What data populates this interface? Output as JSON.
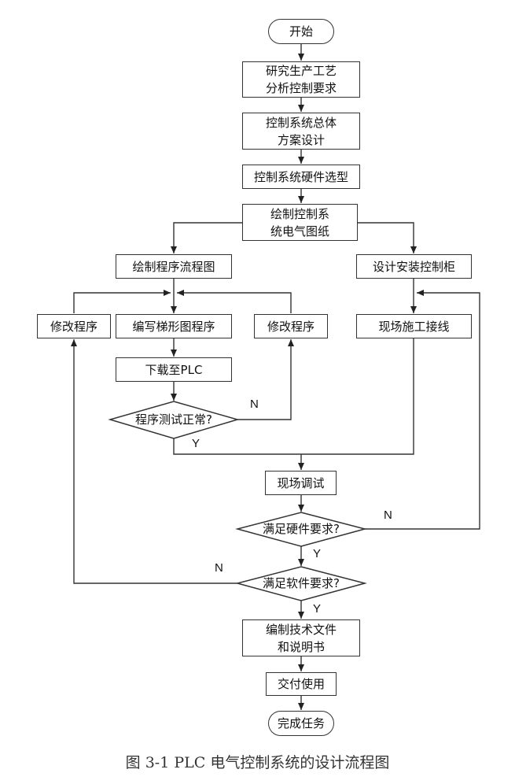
{
  "nodes": {
    "start": "开始",
    "research_1": "研究生产工艺",
    "research_2": "分析控制要求",
    "scheme_1": "控制系统总体",
    "scheme_2": "方案设计",
    "hardware": "控制系统硬件选型",
    "drawing_1": "绘制控制系",
    "drawing_2": "统电气图纸",
    "flowchart": "绘制程序流程图",
    "cabinet": "设计安装控制柜",
    "modify_left": "修改程序",
    "ladder": "编写梯形图程序",
    "modify_right": "修改程序",
    "wiring": "现场施工接线",
    "download": "下载至PLC",
    "program_test": "程序测试正常?",
    "site_debug": "现场调试",
    "hw_check": "满足硬件要求?",
    "sw_check": "满足软件要求?",
    "docs_1": "编制技术文件",
    "docs_2": "和说明书",
    "delivery": "交付使用",
    "finish": "完成任务"
  },
  "branches": {
    "program_no": "N",
    "program_yes": "Y",
    "hw_no": "N",
    "hw_yes": "Y",
    "sw_no": "N",
    "sw_yes": "Y"
  },
  "caption": "图 3-1 PLC 电气控制系统的设计流程图"
}
